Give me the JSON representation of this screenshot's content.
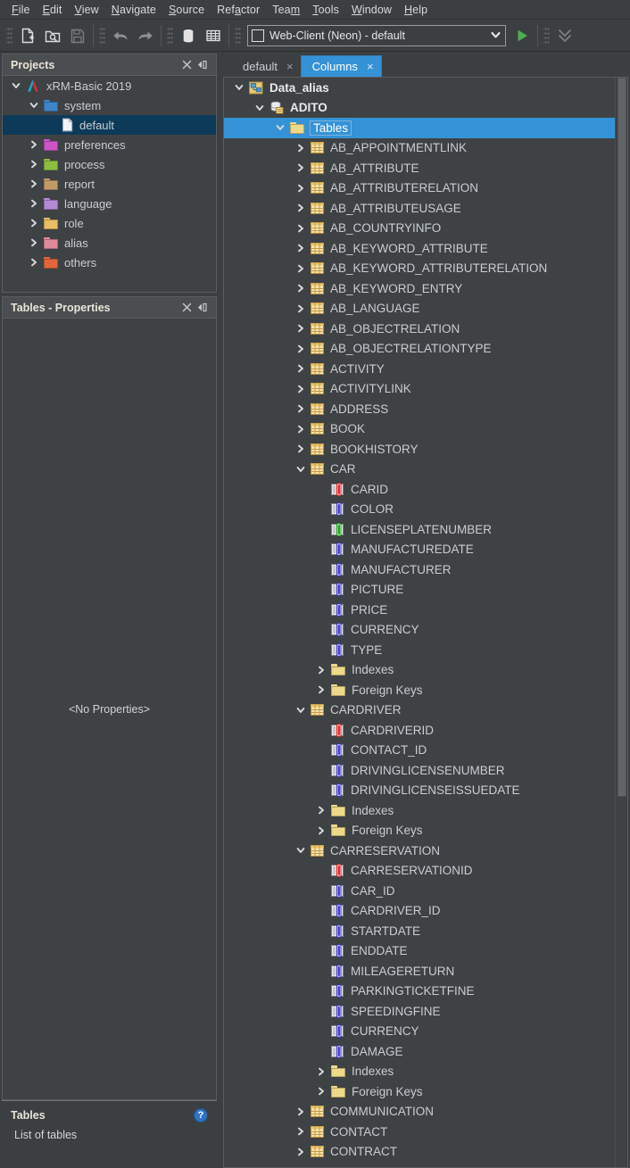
{
  "menu": {
    "items": [
      {
        "label": "File",
        "mnemonic": "F"
      },
      {
        "label": "Edit",
        "mnemonic": "E"
      },
      {
        "label": "View",
        "mnemonic": "V"
      },
      {
        "label": "Navigate",
        "mnemonic": "N"
      },
      {
        "label": "Source",
        "mnemonic": "S"
      },
      {
        "label": "Refactor",
        "mnemonic": "a"
      },
      {
        "label": "Team",
        "mnemonic": "m"
      },
      {
        "label": "Tools",
        "mnemonic": "T"
      },
      {
        "label": "Window",
        "mnemonic": "W"
      },
      {
        "label": "Help",
        "mnemonic": "H"
      }
    ]
  },
  "toolbar": {
    "buttons": [
      {
        "name": "new-file-icon",
        "title": "New File"
      },
      {
        "name": "open-project-icon",
        "title": "Open Project"
      },
      {
        "name": "save-all-icon",
        "title": "Save All"
      },
      {
        "name": "undo-icon",
        "title": "Undo"
      },
      {
        "name": "redo-icon",
        "title": "Redo"
      },
      {
        "name": "database-icon",
        "title": "Database"
      },
      {
        "name": "table-grid-icon",
        "title": "Tables"
      }
    ],
    "config_combo": {
      "value": "Web-Client (Neon) - default",
      "icon": "window-icon",
      "chevron": "chevron-down-icon"
    },
    "run_button": {
      "name": "run-icon",
      "color": "#4caf50"
    },
    "overflow_button": {
      "name": "chevron-double-down-icon"
    }
  },
  "projects_panel": {
    "title": "Projects",
    "close_label": "×",
    "minimize_label": "minimize-icon",
    "tree": [
      {
        "label": "xRM-Basic 2019",
        "depth": 0,
        "state": "expanded",
        "icon": "adito-logo-icon",
        "selected": false
      },
      {
        "label": "system",
        "depth": 1,
        "state": "expanded",
        "icon": "folder-icon",
        "color": "#3d84c8",
        "selected": false
      },
      {
        "label": "default",
        "depth": 2,
        "state": "leaf",
        "icon": "file-icon",
        "selected": true
      },
      {
        "label": "preferences",
        "depth": 1,
        "state": "collapsed",
        "icon": "folder-icon",
        "color": "#cc55c8",
        "selected": false
      },
      {
        "label": "process",
        "depth": 1,
        "state": "collapsed",
        "icon": "folder-icon",
        "color": "#8cbe40",
        "selected": false
      },
      {
        "label": "report",
        "depth": 1,
        "state": "collapsed",
        "icon": "folder-icon",
        "color": "#c09b6a",
        "selected": false
      },
      {
        "label": "language",
        "depth": 1,
        "state": "collapsed",
        "icon": "folder-icon",
        "color": "#b48ad6",
        "selected": false
      },
      {
        "label": "role",
        "depth": 1,
        "state": "collapsed",
        "icon": "folder-icon",
        "color": "#e9be63",
        "selected": false
      },
      {
        "label": "alias",
        "depth": 1,
        "state": "collapsed",
        "icon": "folder-icon",
        "color": "#e08a9c",
        "selected": false
      },
      {
        "label": "others",
        "depth": 1,
        "state": "collapsed",
        "icon": "folder-icon",
        "color": "#e2663a",
        "selected": false
      }
    ]
  },
  "properties_panel": {
    "title": "Tables - Properties",
    "close_label": "×",
    "minimize_label": "minimize-icon",
    "empty_text": "<No Properties>"
  },
  "status_panel": {
    "title": "Tables",
    "description": "List of tables",
    "help_label": "?"
  },
  "editor": {
    "tabs": [
      {
        "label": "default",
        "close": "×",
        "active": false
      },
      {
        "label": "Columns",
        "close": "×",
        "active": true
      }
    ],
    "accent_color": "#3592d6",
    "tree": [
      {
        "label": "Data_alias",
        "depth": 0,
        "state": "expanded",
        "icon": "alias-icon",
        "bold": true,
        "selected": false
      },
      {
        "label": "ADITO",
        "depth": 1,
        "state": "expanded",
        "icon": "database-icon",
        "bold": true,
        "selected": false
      },
      {
        "label": "Tables",
        "depth": 2,
        "state": "expanded",
        "icon": "folder-icon",
        "bold": false,
        "selected": true
      },
      {
        "label": "AB_APPOINTMENTLINK",
        "depth": 3,
        "state": "collapsed",
        "icon": "table-icon"
      },
      {
        "label": "AB_ATTRIBUTE",
        "depth": 3,
        "state": "collapsed",
        "icon": "table-icon"
      },
      {
        "label": "AB_ATTRIBUTERELATION",
        "depth": 3,
        "state": "collapsed",
        "icon": "table-icon"
      },
      {
        "label": "AB_ATTRIBUTEUSAGE",
        "depth": 3,
        "state": "collapsed",
        "icon": "table-icon"
      },
      {
        "label": "AB_COUNTRYINFO",
        "depth": 3,
        "state": "collapsed",
        "icon": "table-icon"
      },
      {
        "label": "AB_KEYWORD_ATTRIBUTE",
        "depth": 3,
        "state": "collapsed",
        "icon": "table-icon"
      },
      {
        "label": "AB_KEYWORD_ATTRIBUTERELATION",
        "depth": 3,
        "state": "collapsed",
        "icon": "table-icon"
      },
      {
        "label": "AB_KEYWORD_ENTRY",
        "depth": 3,
        "state": "collapsed",
        "icon": "table-icon"
      },
      {
        "label": "AB_LANGUAGE",
        "depth": 3,
        "state": "collapsed",
        "icon": "table-icon"
      },
      {
        "label": "AB_OBJECTRELATION",
        "depth": 3,
        "state": "collapsed",
        "icon": "table-icon"
      },
      {
        "label": "AB_OBJECTRELATIONTYPE",
        "depth": 3,
        "state": "collapsed",
        "icon": "table-icon"
      },
      {
        "label": "ACTIVITY",
        "depth": 3,
        "state": "collapsed",
        "icon": "table-icon"
      },
      {
        "label": "ACTIVITYLINK",
        "depth": 3,
        "state": "collapsed",
        "icon": "table-icon"
      },
      {
        "label": "ADDRESS",
        "depth": 3,
        "state": "collapsed",
        "icon": "table-icon"
      },
      {
        "label": "BOOK",
        "depth": 3,
        "state": "collapsed",
        "icon": "table-icon"
      },
      {
        "label": "BOOKHISTORY",
        "depth": 3,
        "state": "collapsed",
        "icon": "table-icon"
      },
      {
        "label": "CAR",
        "depth": 3,
        "state": "expanded",
        "icon": "table-icon"
      },
      {
        "label": "CARID",
        "depth": 4,
        "state": "leaf",
        "icon": "column-icon",
        "key": "primary"
      },
      {
        "label": "COLOR",
        "depth": 4,
        "state": "leaf",
        "icon": "column-icon",
        "key": "normal"
      },
      {
        "label": "LICENSEPLATENUMBER",
        "depth": 4,
        "state": "leaf",
        "icon": "column-icon",
        "key": "unique"
      },
      {
        "label": "MANUFACTUREDATE",
        "depth": 4,
        "state": "leaf",
        "icon": "column-icon",
        "key": "normal"
      },
      {
        "label": "MANUFACTURER",
        "depth": 4,
        "state": "leaf",
        "icon": "column-icon",
        "key": "normal"
      },
      {
        "label": "PICTURE",
        "depth": 4,
        "state": "leaf",
        "icon": "column-icon",
        "key": "normal"
      },
      {
        "label": "PRICE",
        "depth": 4,
        "state": "leaf",
        "icon": "column-icon",
        "key": "normal"
      },
      {
        "label": "CURRENCY",
        "depth": 4,
        "state": "leaf",
        "icon": "column-icon",
        "key": "normal"
      },
      {
        "label": "TYPE",
        "depth": 4,
        "state": "leaf",
        "icon": "column-icon",
        "key": "normal"
      },
      {
        "label": "Indexes",
        "depth": 4,
        "state": "collapsed",
        "icon": "folder-icon"
      },
      {
        "label": "Foreign Keys",
        "depth": 4,
        "state": "collapsed",
        "icon": "folder-icon"
      },
      {
        "label": "CARDRIVER",
        "depth": 3,
        "state": "expanded",
        "icon": "table-icon"
      },
      {
        "label": "CARDRIVERID",
        "depth": 4,
        "state": "leaf",
        "icon": "column-icon",
        "key": "primary"
      },
      {
        "label": "CONTACT_ID",
        "depth": 4,
        "state": "leaf",
        "icon": "column-icon",
        "key": "normal"
      },
      {
        "label": "DRIVINGLICENSENUMBER",
        "depth": 4,
        "state": "leaf",
        "icon": "column-icon",
        "key": "normal"
      },
      {
        "label": "DRIVINGLICENSEISSUEDATE",
        "depth": 4,
        "state": "leaf",
        "icon": "column-icon",
        "key": "normal"
      },
      {
        "label": "Indexes",
        "depth": 4,
        "state": "collapsed",
        "icon": "folder-icon"
      },
      {
        "label": "Foreign Keys",
        "depth": 4,
        "state": "collapsed",
        "icon": "folder-icon"
      },
      {
        "label": "CARRESERVATION",
        "depth": 3,
        "state": "expanded",
        "icon": "table-icon"
      },
      {
        "label": "CARRESERVATIONID",
        "depth": 4,
        "state": "leaf",
        "icon": "column-icon",
        "key": "primary"
      },
      {
        "label": "CAR_ID",
        "depth": 4,
        "state": "leaf",
        "icon": "column-icon",
        "key": "normal"
      },
      {
        "label": "CARDRIVER_ID",
        "depth": 4,
        "state": "leaf",
        "icon": "column-icon",
        "key": "normal"
      },
      {
        "label": "STARTDATE",
        "depth": 4,
        "state": "leaf",
        "icon": "column-icon",
        "key": "normal"
      },
      {
        "label": "ENDDATE",
        "depth": 4,
        "state": "leaf",
        "icon": "column-icon",
        "key": "normal"
      },
      {
        "label": "MILEAGERETURN",
        "depth": 4,
        "state": "leaf",
        "icon": "column-icon",
        "key": "normal"
      },
      {
        "label": "PARKINGTICKETFINE",
        "depth": 4,
        "state": "leaf",
        "icon": "column-icon",
        "key": "normal"
      },
      {
        "label": "SPEEDINGFINE",
        "depth": 4,
        "state": "leaf",
        "icon": "column-icon",
        "key": "normal"
      },
      {
        "label": "CURRENCY",
        "depth": 4,
        "state": "leaf",
        "icon": "column-icon",
        "key": "normal"
      },
      {
        "label": "DAMAGE",
        "depth": 4,
        "state": "leaf",
        "icon": "column-icon",
        "key": "normal"
      },
      {
        "label": "Indexes",
        "depth": 4,
        "state": "collapsed",
        "icon": "folder-icon"
      },
      {
        "label": "Foreign Keys",
        "depth": 4,
        "state": "collapsed",
        "icon": "folder-icon"
      },
      {
        "label": "COMMUNICATION",
        "depth": 3,
        "state": "collapsed",
        "icon": "table-icon"
      },
      {
        "label": "CONTACT",
        "depth": 3,
        "state": "collapsed",
        "icon": "table-icon"
      },
      {
        "label": "CONTRACT",
        "depth": 3,
        "state": "collapsed",
        "icon": "table-icon"
      }
    ],
    "scrollbar": {
      "thumb_top_pct": 0,
      "thumb_height_pct": 66
    }
  }
}
